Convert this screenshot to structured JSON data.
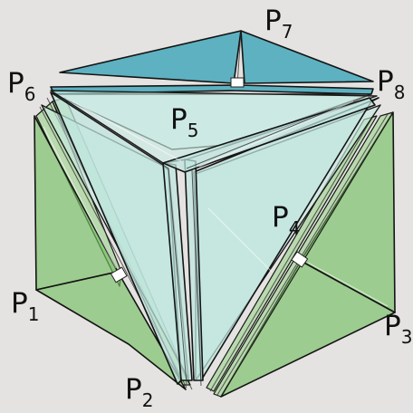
{
  "points": {
    "p1": {
      "letter": "P",
      "index": "1"
    },
    "p2": {
      "letter": "P",
      "index": "2"
    },
    "p3": {
      "letter": "P",
      "index": "3"
    },
    "p4": {
      "letter": "P",
      "index": "4"
    },
    "p5": {
      "letter": "P",
      "index": "5"
    },
    "p6": {
      "letter": "P",
      "index": "6"
    },
    "p7": {
      "letter": "P",
      "index": "7"
    },
    "p8": {
      "letter": "P",
      "index": "8"
    }
  },
  "colors": {
    "background": "#e4e3e1",
    "green_faces": "#6fbe5c",
    "top_face": "#3fa6b8",
    "inner_faces": "#c8ece4",
    "edges": "#141414"
  }
}
